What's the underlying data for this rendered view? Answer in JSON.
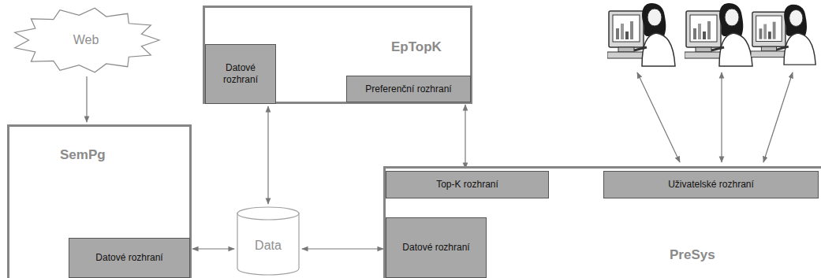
{
  "diagram": {
    "nodes": [
      {
        "text": [
          "Web"
        ]
      },
      {
        "text": [
          "EpTopK"
        ]
      },
      {
        "text": [
          "Datové rozhraní"
        ],
        "in": 1
      },
      {
        "text": [
          "Preferenční rozhraní"
        ],
        "in": 1
      },
      {
        "text": [
          "SemPg"
        ]
      },
      {
        "text": [
          "Datové rozhraní"
        ],
        "in": 4
      },
      {
        "text": [
          "Data"
        ]
      },
      {
        "text": [
          "PreSys"
        ]
      },
      {
        "text": [
          "Top-K rozhraní"
        ],
        "in": 7
      },
      {
        "text": [
          "Uživatelské rozhraní"
        ],
        "in": 7
      },
      {
        "text": [
          "Datové rozhraní"
        ],
        "in": 7
      }
    ],
    "edges": [
      {
        "from": 0,
        "to": 4,
        "arrow": "to"
      },
      {
        "from": 2,
        "to": 6,
        "arrow": "both"
      },
      {
        "from": 3,
        "to": 8,
        "arrow": "both"
      },
      {
        "from": 5,
        "to": 6,
        "arrow": "both"
      },
      {
        "from": 6,
        "to": 10,
        "arrow": "both"
      }
    ]
  }
}
